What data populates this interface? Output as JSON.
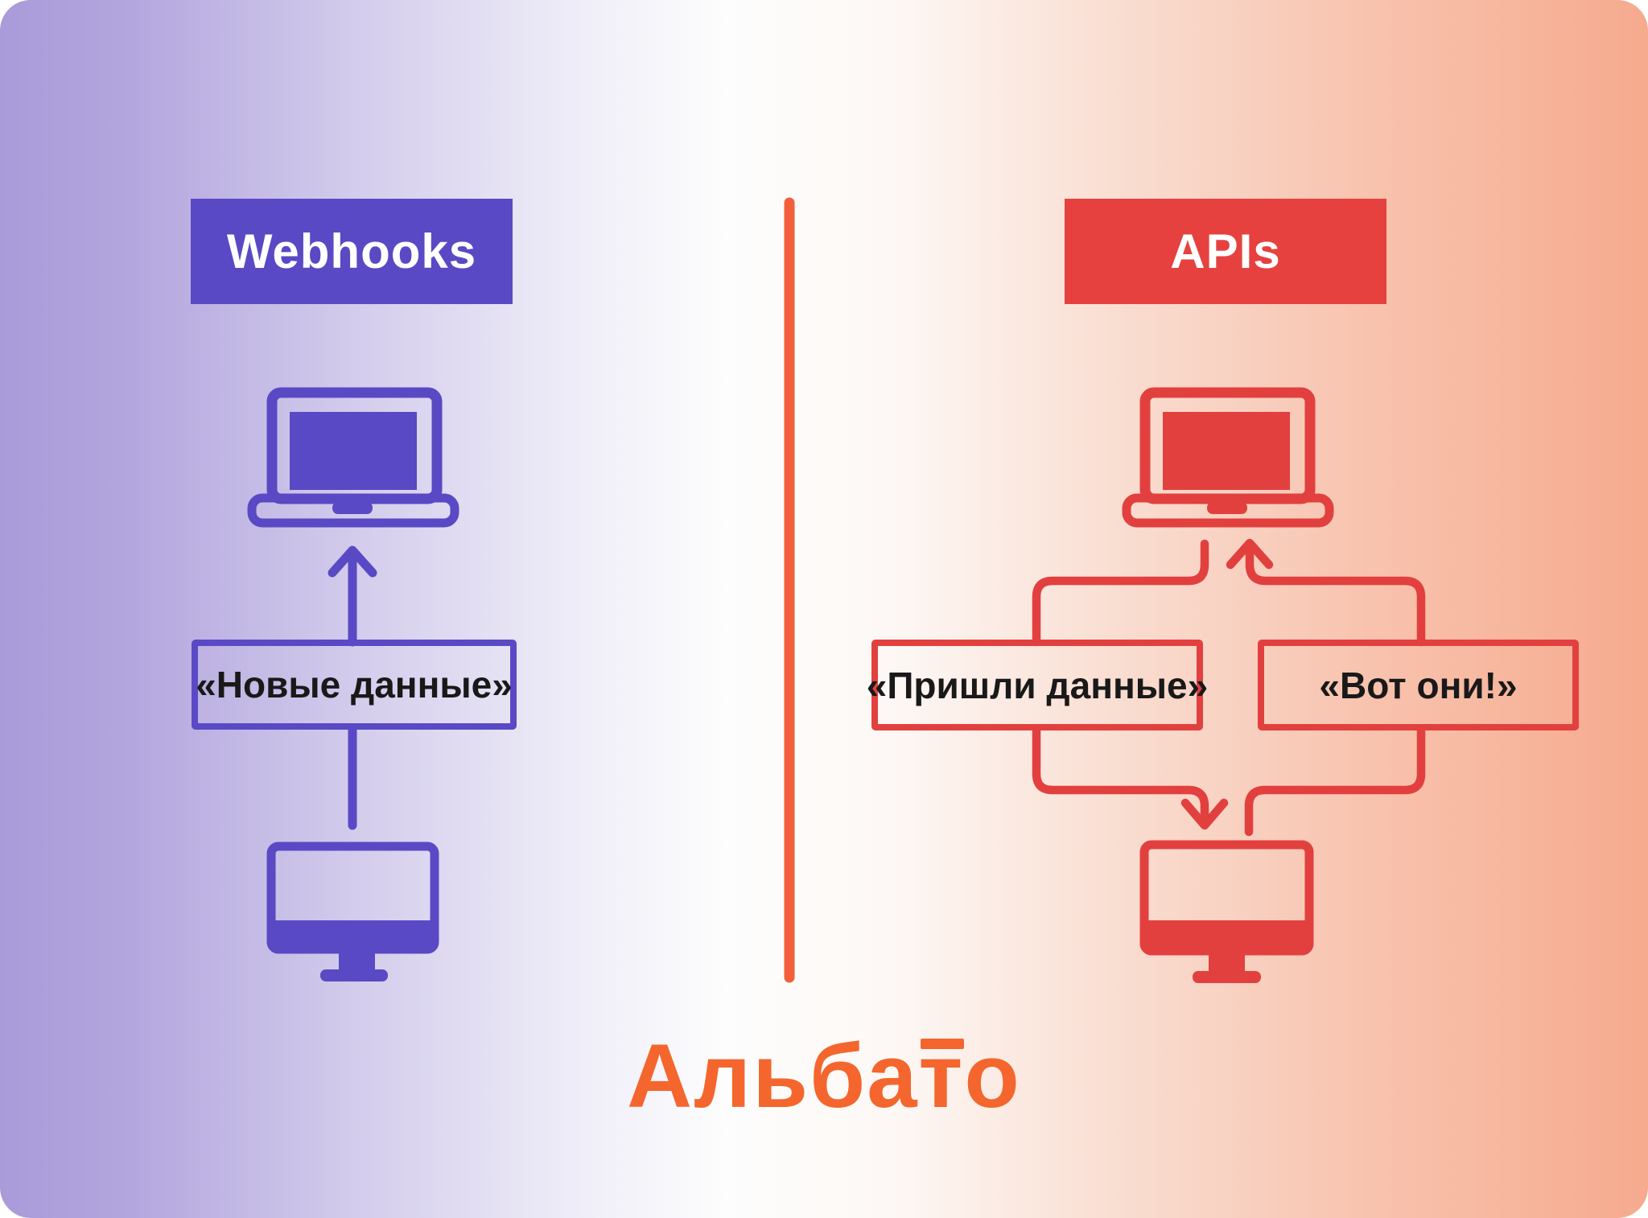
{
  "card": {
    "background": {
      "left_color": "#a99bd9",
      "center_color": "#fdfdfd",
      "right_color": "#f6aa8e"
    }
  },
  "webhooks_panel": {
    "header_label": "Webhooks",
    "accent_color": "#5a49c4",
    "message_box_label": "«Новые данные»",
    "icons": [
      "laptop-icon",
      "monitor-icon"
    ]
  },
  "apis_panel": {
    "header_label": "APIs",
    "accent_color": "#e2403e",
    "request_box_label": "«Пришли данные»",
    "response_box_label": "«Вот они!»",
    "icons": [
      "laptop-icon",
      "monitor-icon"
    ]
  },
  "divider_color": "#f25f3b",
  "logo": {
    "text": "Альбато",
    "before": "Альба",
    "barred_letter": "т",
    "after": "о",
    "color": "#f4662d"
  }
}
